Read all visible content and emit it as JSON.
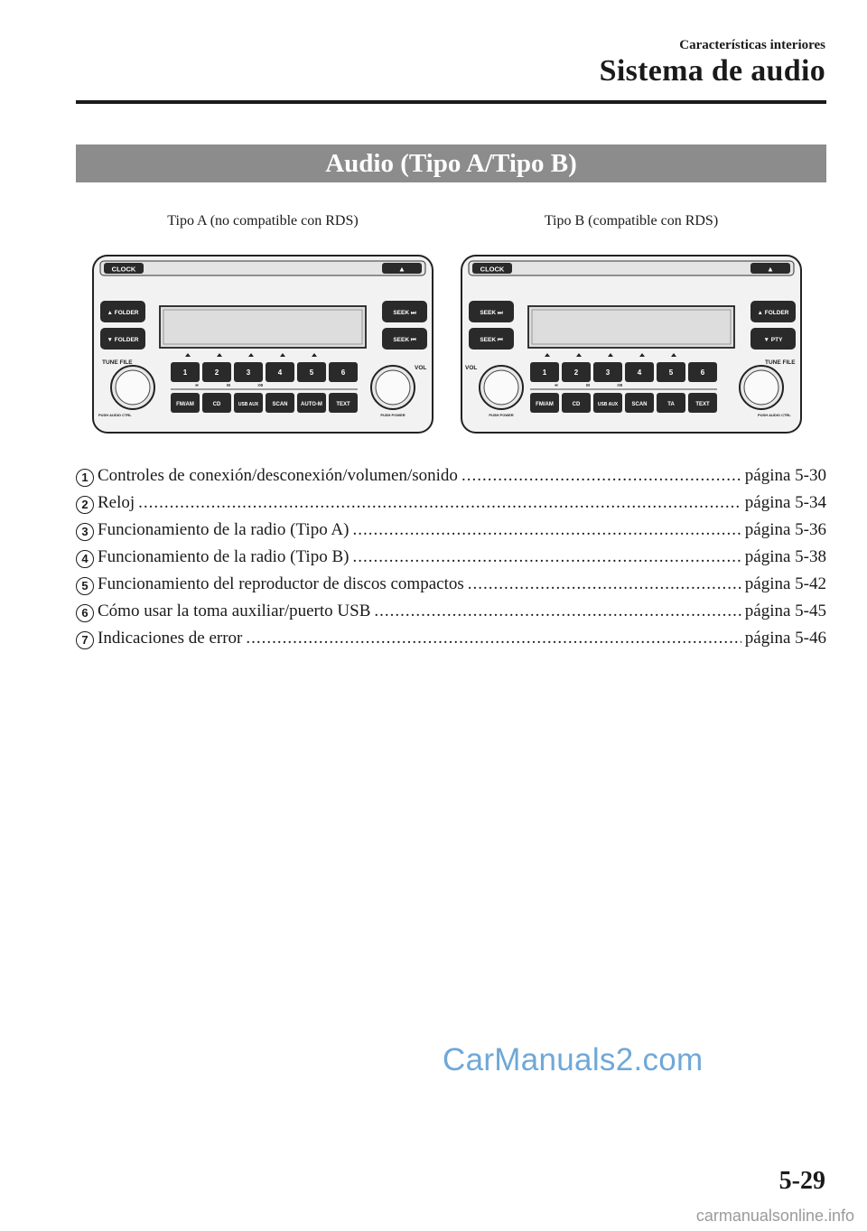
{
  "header": {
    "section": "Características interiores",
    "title": "Sistema de audio"
  },
  "banner": "Audio (Tipo A/Tipo B)",
  "captions": {
    "type_a": "Tipo A (no compatible con RDS)",
    "type_b": "Tipo B (compatible con RDS)"
  },
  "unit_a": {
    "clock": "CLOCK",
    "eject": "▲",
    "left_top": "▲ FOLDER",
    "left_bottom": "▼ FOLDER",
    "right_top": "SEEK ⏭",
    "right_bottom": "SEEK ⏮",
    "presets": [
      "1",
      "2",
      "3",
      "4",
      "5",
      "6"
    ],
    "preset_subs": [
      "H",
      "M",
      ":00"
    ],
    "buttons": [
      "FM/AM",
      "CD",
      "USB AUX",
      "SCAN",
      "AUTO-M",
      "TEXT"
    ],
    "left_knob_label": "TUNE FILE",
    "left_knob_sub": "PUSH AUDIO CTRL",
    "right_knob_label": "VOL",
    "right_knob_sub": "PUSH POWER"
  },
  "unit_b": {
    "clock": "CLOCK",
    "eject": "▲",
    "left_top": "SEEK ⏭",
    "left_bottom": "SEEK ⏮",
    "right_top": "▲ FOLDER",
    "right_bottom": "▼ PTY",
    "presets": [
      "1",
      "2",
      "3",
      "4",
      "5",
      "6"
    ],
    "preset_subs": [
      "H",
      "M",
      ":00"
    ],
    "buttons": [
      "FM/AM",
      "CD",
      "USB AUX",
      "SCAN",
      "TA",
      "TEXT"
    ],
    "left_knob_label": "VOL",
    "left_knob_sub": "PUSH POWER",
    "right_knob_label": "TUNE FILE",
    "right_knob_sub": "PUSH AUDIO CTRL"
  },
  "toc": [
    {
      "num": "1",
      "label": "Controles de conexión/desconexión/volumen/sonido",
      "page": "página 5-30"
    },
    {
      "num": "2",
      "label": "Reloj",
      "page": "página 5-34"
    },
    {
      "num": "3",
      "label": "Funcionamiento de la radio (Tipo A)",
      "page": "página 5-36"
    },
    {
      "num": "4",
      "label": "Funcionamiento de la radio (Tipo B)",
      "page": "página 5-38"
    },
    {
      "num": "5",
      "label": "Funcionamiento del reproductor de discos compactos",
      "page": "página 5-42"
    },
    {
      "num": "6",
      "label": "Cómo usar la toma auxiliar/puerto USB",
      "page": "página 5-45"
    },
    {
      "num": "7",
      "label": "Indicaciones de error",
      "page": "página 5-46"
    }
  ],
  "watermark": "CarManuals2.com",
  "page_number": "5-29",
  "footer_url": "carmanualsonline.info"
}
